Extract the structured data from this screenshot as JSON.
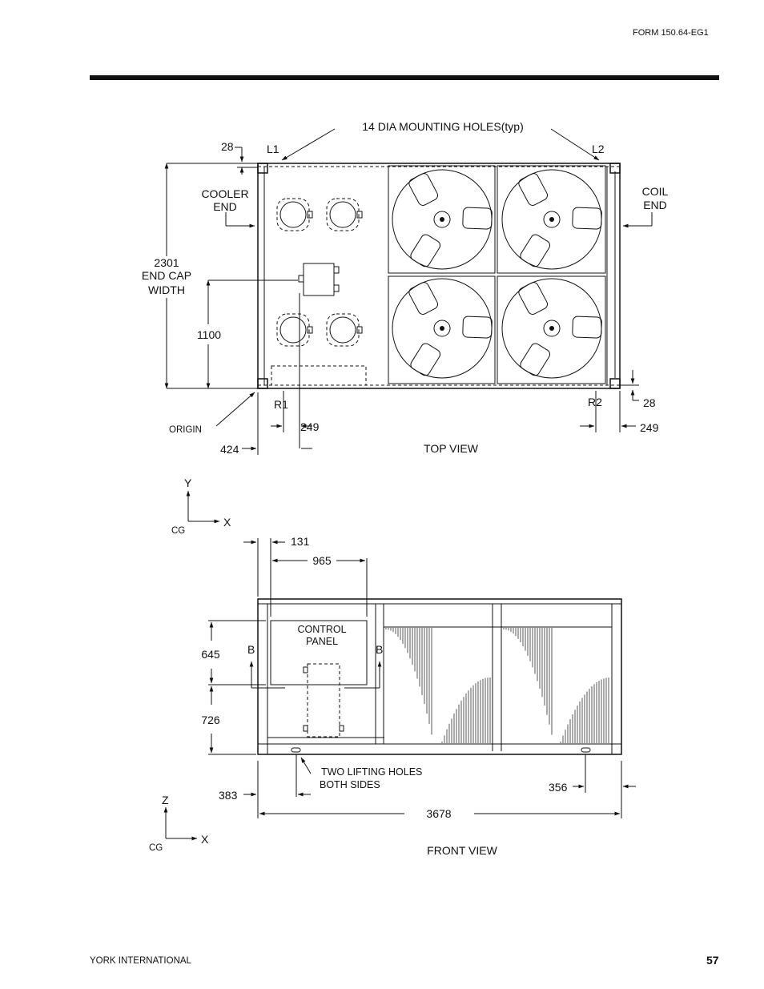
{
  "header": {
    "form_number": "FORM 150.64-EG1"
  },
  "footer": {
    "company": "YORK INTERNATIONAL",
    "page_number": "57"
  },
  "top_view": {
    "caption": "TOP VIEW",
    "mounting_holes_note": "14 DIA MOUNTING HOLES(typ)",
    "corner_labels": {
      "l1": "L1",
      "l2": "L2",
      "r1": "R1",
      "r2": "R2"
    },
    "cooler_end": [
      "COOLER",
      "END"
    ],
    "coil_end": [
      "COIL",
      "END"
    ],
    "end_cap_width": [
      "2301",
      "END CAP",
      "WIDTH"
    ],
    "dims": {
      "top_offset": "28",
      "bottom_offset": "28",
      "y_1100": "1100",
      "r1_249": "249",
      "r2_249": "249",
      "x_424": "424"
    },
    "origin_label": "ORIGIN"
  },
  "axes_top": {
    "y": "Y",
    "x": "X",
    "cg": "CG"
  },
  "front_view": {
    "caption": "FRONT VIEW",
    "control_panel": [
      "CONTROL",
      "PANEL"
    ],
    "section_b_left": "B",
    "section_b_right": "B",
    "lifting_note": [
      "TWO LIFTING HOLES",
      "BOTH SIDES"
    ],
    "dims": {
      "d131": "131",
      "d965": "965",
      "d645": "645",
      "d726": "726",
      "d383": "383",
      "d356": "356",
      "d3678": "3678"
    }
  },
  "axes_front": {
    "z": "Z",
    "x": "X",
    "cg": "CG"
  }
}
